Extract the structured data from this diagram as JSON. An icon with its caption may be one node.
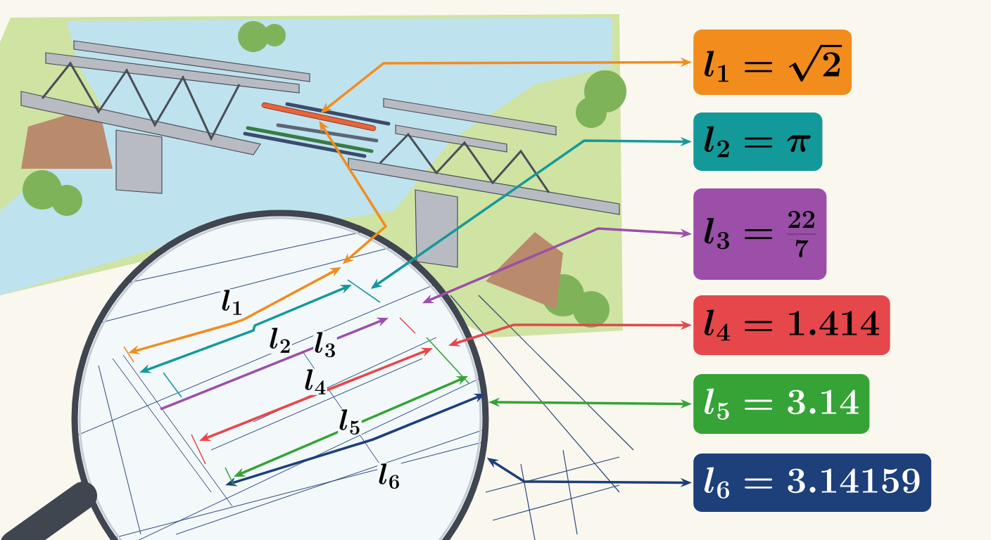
{
  "diagram": {
    "nodes": [
      {
        "text": [
          "l_1 = \\sqrt{2}"
        ]
      },
      {
        "text": [
          "l_2 = \\pi"
        ]
      },
      {
        "text": [
          "l_3 = \\frac{22}{7}"
        ]
      },
      {
        "text": [
          "l_4 = 1.414"
        ]
      },
      {
        "text": [
          "l_5 = 3.14"
        ]
      },
      {
        "text": [
          "l_6 = 3.14159"
        ]
      },
      {
        "text": [],
        "shape": "bar"
      }
    ],
    "edges": [
      {
        "from": 6,
        "to": 0,
        "arrow": "both",
        "color": "#f28c1c"
      },
      {
        "from": null,
        "to": 6,
        "arrow": "both",
        "color": "#f28c1c"
      },
      {
        "from": null,
        "to": 1,
        "arrow": "both",
        "color": "#14999a"
      },
      {
        "from": null,
        "to": 2,
        "arrow": "both",
        "color": "#9b4fa8"
      },
      {
        "from": null,
        "to": 3,
        "arrow": "both",
        "color": "#e6474a"
      },
      {
        "from": null,
        "to": 4,
        "arrow": "both",
        "color": "#35a336"
      },
      {
        "from": null,
        "to": 5,
        "arrow": "both",
        "color": "#1d3f7a"
      }
    ],
    "labels": [
      "l_1",
      "l_2",
      "l_3",
      "l_4",
      "l_5",
      "l_6"
    ]
  }
}
